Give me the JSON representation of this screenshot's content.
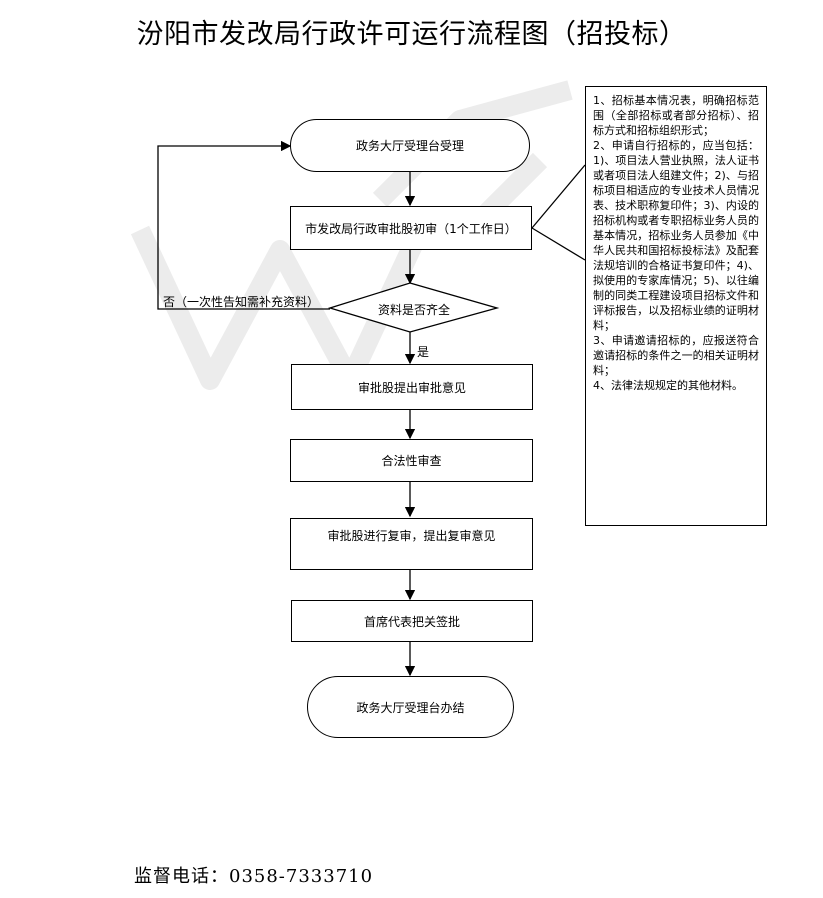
{
  "title": "汾阳市发改局行政许可运行流程图（招投标）",
  "nodes": {
    "start": "政务大厅受理台受理",
    "initial_review": "市发改局行政审批股初审（1个工作日）",
    "decision": "资料是否齐全",
    "approval_opinion": "审批股提出审批意见",
    "legality_review": "合法性审查",
    "re_review": "审批股进行复审，提出复审意见",
    "sign_off": "首席代表把关签批",
    "end": "政务大厅受理台办结"
  },
  "edges": {
    "no_label": "否（一次性告知需补充资料）",
    "yes_label": "是"
  },
  "note": {
    "items": [
      "1、招标基本情况表，明确招标范围（全部招标或者部分招标）、招标方式和招标组织形式；",
      "2、申请自行招标的，应当包括：1)、项目法人营业执照，法人证书或者项目法人组建文件；2)、与招标项目相适应的专业技术人员情况表、技术职称复印件；3)、内设的招标机构或者专职招标业务人员的基本情况，招标业务人员参加《中华人民共和国招标投标法》及配套法规培训的合格证书复印件；4)、拟使用的专家库情况；5)、以往编制的同类工程建设项目招标文件和评标报告，以及招标业绩的证明材料；",
      "3、申请邀请招标的，应报送符合邀请招标的条件之一的相关证明材料；",
      "4、法律法规规定的其他材料。"
    ]
  },
  "footer": "监督电话：0358-7333710"
}
